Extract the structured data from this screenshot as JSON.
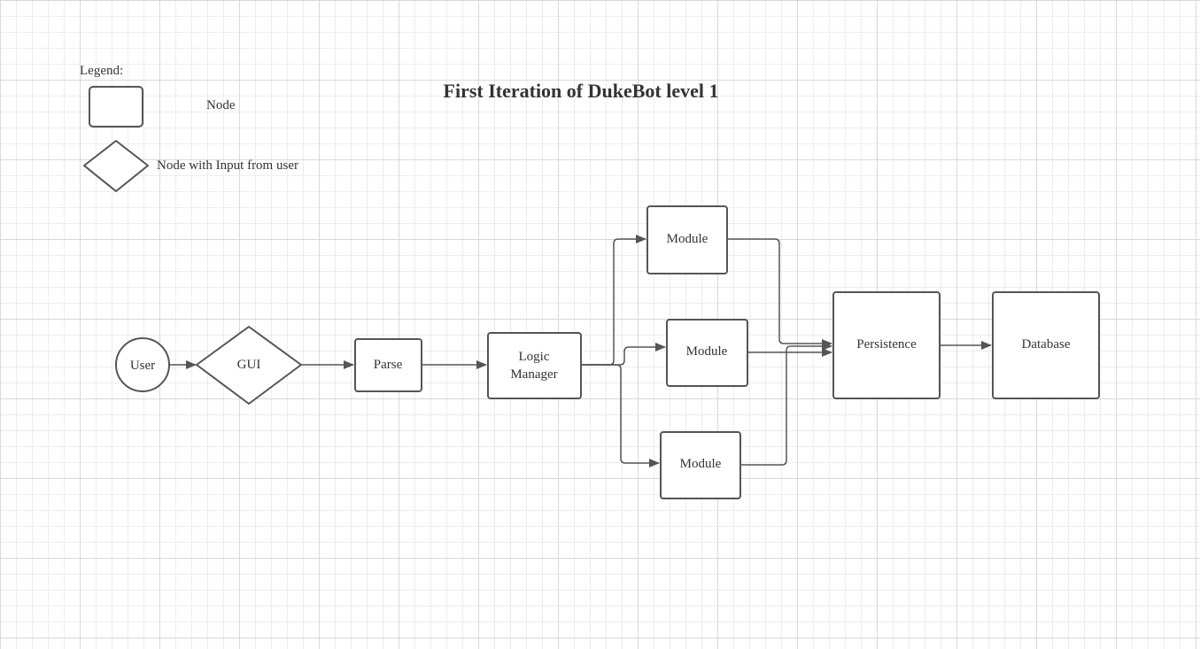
{
  "title": "First Iteration of DukeBot level 1",
  "legend": {
    "heading": "Legend:",
    "node_label": "Node",
    "input_node_label": "Node with Input from user"
  },
  "nodes": {
    "user": "User",
    "gui": "GUI",
    "parse": "Parse",
    "logic_manager": [
      "Logic",
      "Manager"
    ],
    "module_top": "Module",
    "module_middle": "Module",
    "module_bottom": "Module",
    "persistence": "Persistence",
    "database": "Database"
  }
}
